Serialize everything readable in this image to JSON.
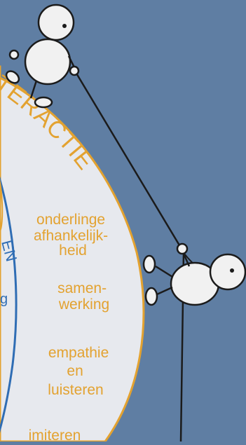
{
  "diagram": {
    "ring_title": "TERACTIE",
    "inner_ring_fragment": "EN",
    "inner_fragment": "g",
    "items": [
      {
        "lines": [
          "onderlinge",
          "afhankelijk-",
          "heid"
        ]
      },
      {
        "lines": [
          "samen-",
          "werking"
        ]
      },
      {
        "lines": [
          "empathie",
          "en",
          "luisteren"
        ]
      },
      {
        "lines": [
          "imiteren"
        ]
      }
    ]
  },
  "colors": {
    "background": "#5f7ea3",
    "ring_fill": "#e7e9ee",
    "ring_border": "#e3a230",
    "label_orange": "#e3a230",
    "inner_blue": "#2f6db4",
    "figure_fill": "#f1f1f1",
    "outline": "#1b1b1b"
  },
  "illustration": {
    "figures": [
      "stick-figure-top-holding-rope",
      "stick-figure-climbing-rope"
    ]
  }
}
